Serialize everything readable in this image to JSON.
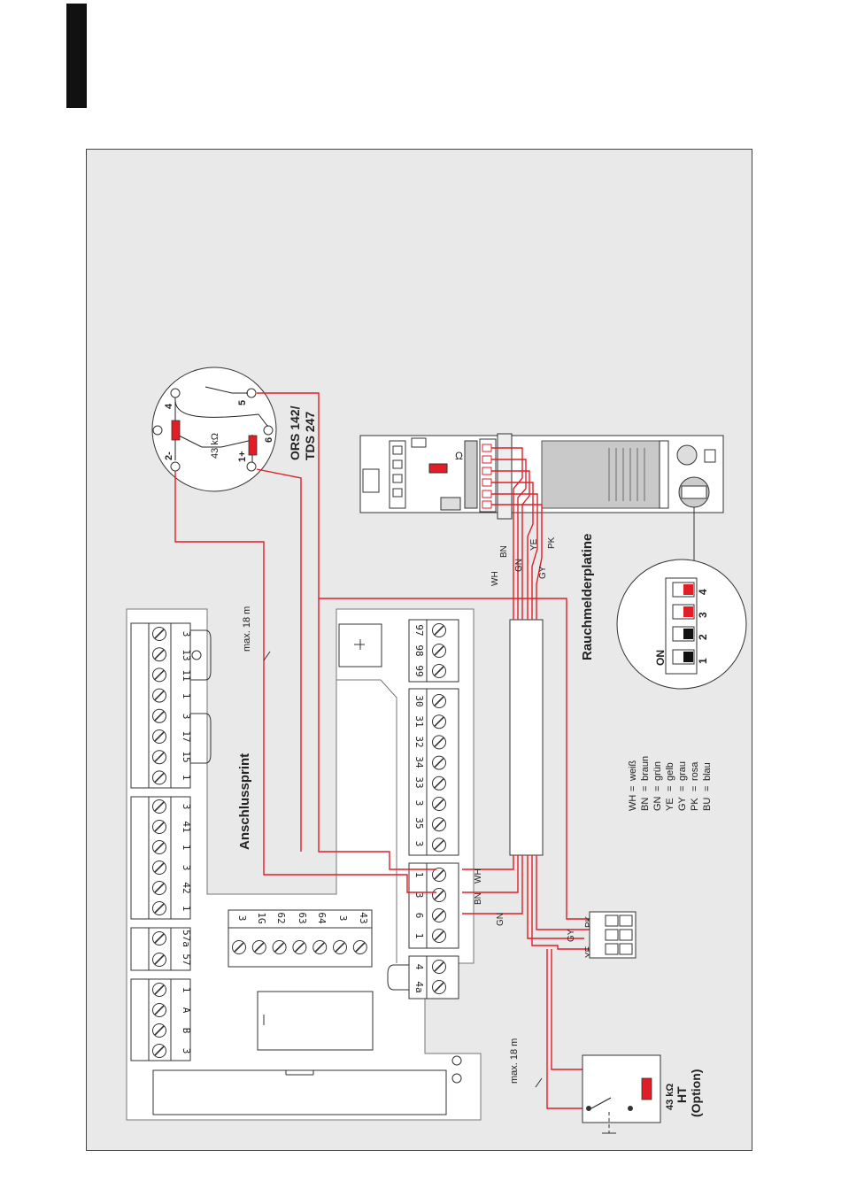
{
  "colors": {
    "wire": "#e11e27",
    "board": "#ffffff",
    "panel": "#e9e9e9",
    "ink": "#222222",
    "dip_on": "#e11e27",
    "dip_off": "#111111"
  },
  "smoke_detector": {
    "title_line1": "ORS 142/",
    "title_line2": "TDS 247",
    "resistor": "43 kΩ",
    "t4": "4",
    "t5": "5",
    "t2": "2-",
    "t1": "1+",
    "t6": "6"
  },
  "smoke_board": {
    "label": "Rauchmelderplatine",
    "symbol": "Ω"
  },
  "dip": {
    "on_label": "ON",
    "switches": [
      {
        "num": "1",
        "state": "off"
      },
      {
        "num": "2",
        "state": "off"
      },
      {
        "num": "3",
        "state": "on"
      },
      {
        "num": "4",
        "state": "on"
      }
    ]
  },
  "connection_board": {
    "label": "Anschlussprint"
  },
  "cable_labels": {
    "max_top": "max. 18 m",
    "max_bottom": "max. 18 m"
  },
  "ht": {
    "resistor": "43 kΩ",
    "title": "HT",
    "subtitle": "(Option)"
  },
  "wire_codes": {
    "wh": "WH",
    "bn": "BN",
    "gn": "GN",
    "ye": "YE",
    "gy": "GY",
    "pk": "PK"
  },
  "legend": [
    {
      "code": "WH",
      "eq": "=",
      "name": "weiß"
    },
    {
      "code": "BN",
      "eq": "=",
      "name": "braun"
    },
    {
      "code": "GN",
      "eq": "=",
      "name": "grün"
    },
    {
      "code": "YE",
      "eq": "=",
      "name": "gelb"
    },
    {
      "code": "GY",
      "eq": "=",
      "name": "grau"
    },
    {
      "code": "PK",
      "eq": "=",
      "name": "rosa"
    },
    {
      "code": "BU",
      "eq": "=",
      "name": "blau"
    }
  ],
  "terminals": {
    "strip_a": [
      "3",
      "13",
      "11",
      "1",
      "3",
      "17",
      "15",
      "1"
    ],
    "strip_b": [
      "3",
      "41",
      "1",
      "3",
      "42",
      "1"
    ],
    "strip_c": [
      "57a",
      "57"
    ],
    "strip_d": [
      "1",
      "A",
      "B",
      "3"
    ],
    "strip_e": [
      "97",
      "98",
      "99"
    ],
    "strip_f": [
      "30",
      "31",
      "32",
      "34",
      "33",
      "3",
      "35",
      "3"
    ],
    "strip_g": [
      "1",
      "3",
      "6",
      "1"
    ],
    "strip_h": [
      "4",
      "4a"
    ],
    "strip_i": [
      "3",
      "1G",
      "62",
      "63",
      "64",
      "3",
      "43"
    ]
  }
}
